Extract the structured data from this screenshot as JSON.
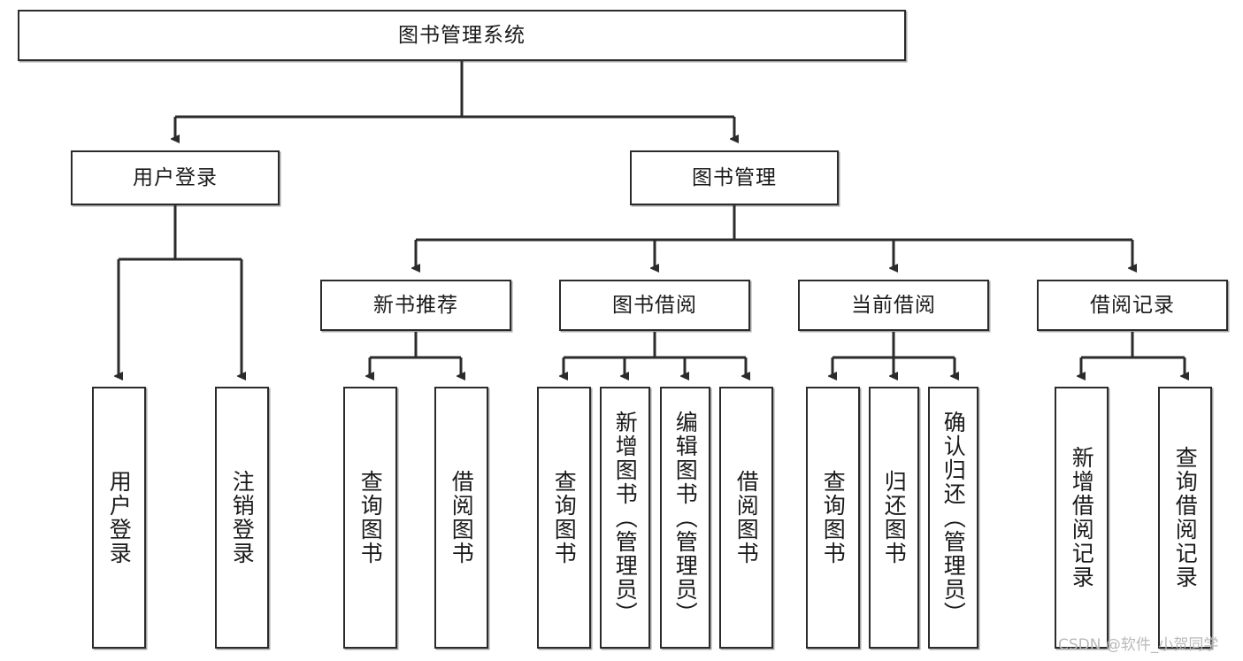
{
  "diagram": {
    "title": "图书管理系统",
    "type": "tree-hierarchy-chart",
    "orientation": "top-down",
    "colors": {
      "node_border": "#2b2b2b",
      "node_fill": "#ffffff",
      "edge": "#2b2b2b",
      "background": "#ffffff",
      "watermark": "#b9b9b9"
    },
    "nodes": {
      "root": {
        "label": "图书管理系统",
        "level": 0
      },
      "level1": [
        {
          "id": "user-login",
          "label": "用户登录"
        },
        {
          "id": "book-manage",
          "label": "图书管理"
        }
      ],
      "level2": [
        {
          "id": "new-book-recommend",
          "label": "新书推荐",
          "parent": "book-manage"
        },
        {
          "id": "book-borrow",
          "label": "图书借阅",
          "parent": "book-manage"
        },
        {
          "id": "current-borrow",
          "label": "当前借阅",
          "parent": "book-manage"
        },
        {
          "id": "borrow-record",
          "label": "借阅记录",
          "parent": "book-manage"
        }
      ],
      "leaves": [
        {
          "id": "leaf-user-login",
          "label": "用户登录",
          "parent": "user-login"
        },
        {
          "id": "leaf-logout-login",
          "label": "注销登录",
          "parent": "user-login"
        },
        {
          "id": "leaf-query-book-1",
          "label": "查询图书",
          "parent": "new-book-recommend"
        },
        {
          "id": "leaf-borrow-book-1",
          "label": "借阅图书",
          "parent": "new-book-recommend"
        },
        {
          "id": "leaf-query-book-2",
          "label": "查询图书",
          "parent": "book-borrow"
        },
        {
          "id": "leaf-add-book",
          "label": "新增图书（管理员）",
          "parent": "book-borrow"
        },
        {
          "id": "leaf-edit-book",
          "label": "编辑图书（管理员）",
          "parent": "book-borrow"
        },
        {
          "id": "leaf-borrow-book-2",
          "label": "借阅图书",
          "parent": "book-borrow"
        },
        {
          "id": "leaf-query-book-3",
          "label": "查询图书",
          "parent": "current-borrow"
        },
        {
          "id": "leaf-return-book",
          "label": "归还图书",
          "parent": "current-borrow"
        },
        {
          "id": "leaf-confirm-return",
          "label": "确认归还（管理员）",
          "parent": "current-borrow"
        },
        {
          "id": "leaf-add-record",
          "label": "新增借阅记录",
          "parent": "borrow-record"
        },
        {
          "id": "leaf-query-record",
          "label": "查询借阅记录",
          "parent": "borrow-record"
        }
      ]
    }
  },
  "watermark": {
    "text": "CSDN @软件_小贺同学"
  }
}
